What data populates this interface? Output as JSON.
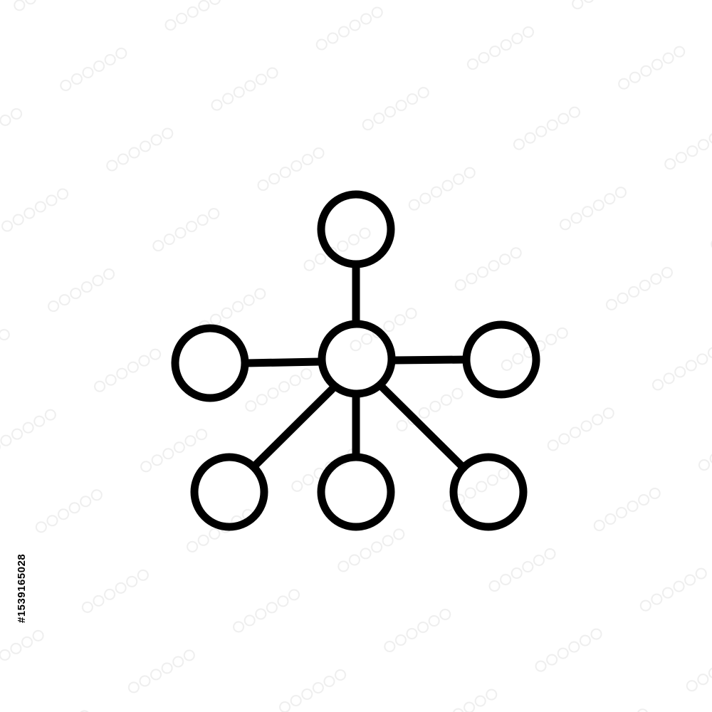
{
  "image": {
    "subject": "network-hub-icon",
    "style": "outline-line-icon",
    "stroke_color": "#000000",
    "background_color": "#ffffff",
    "watermark_color": "#eeeeee"
  },
  "icon_parts": {
    "hub_node": "center-circle",
    "satellite_nodes": [
      "top-node",
      "left-node",
      "right-node",
      "bottom-left-node",
      "bottom-center-node",
      "bottom-right-node"
    ]
  },
  "stock_id": "#1539165028"
}
